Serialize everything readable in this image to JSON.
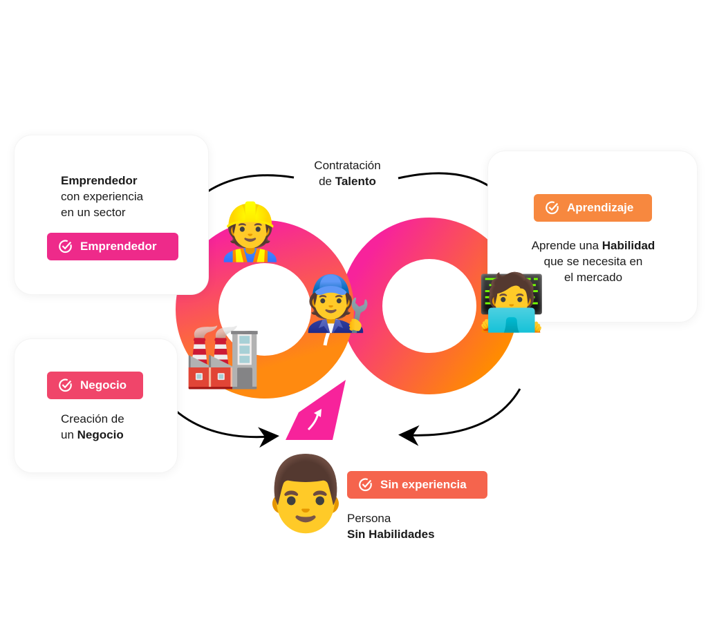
{
  "top_label": {
    "line1": "Contratación",
    "line2_prefix": "de ",
    "line2_bold": "Talento"
  },
  "emprendedor_card": {
    "title": "Emprendedor",
    "line2": "con experiencia",
    "line3": "en un sector",
    "badge": "Emprendedor",
    "badge_color": "#ee2a8a"
  },
  "negocio_card": {
    "badge": "Negocio",
    "line1": "Creación de",
    "line2_prefix": "un ",
    "line2_bold": "Negocio",
    "badge_color": "#f0456a"
  },
  "aprendizaje_card": {
    "badge": "Aprendizaje",
    "line1_prefix": "Aprende una ",
    "line1_bold": "Habilidad",
    "line2": "que se necesita en",
    "line3": "el mercado",
    "badge_color": "#f7883f"
  },
  "persona": {
    "badge": "Sin experiencia",
    "line1": "Persona",
    "line2": "Sin Habilidades",
    "badge_color": "#f5644d"
  },
  "icons": {
    "construction_worker": "👷",
    "mechanic": "🧑‍🔧",
    "technologist": "🧑‍💻",
    "factory": "🏭",
    "man": "👨"
  },
  "colors": {
    "pink": "#f7239b",
    "orange": "#ff8a00"
  }
}
